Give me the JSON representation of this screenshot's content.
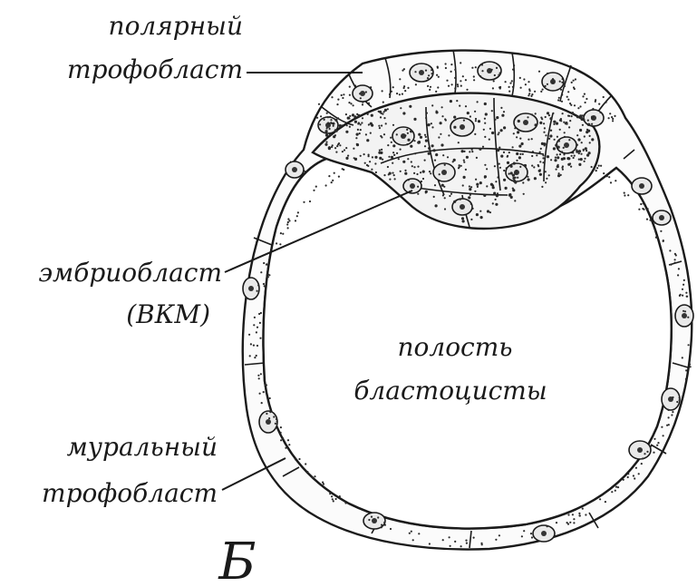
{
  "labels": {
    "polar_trophoblast_line1": "полярный",
    "polar_trophoblast_line2": "трофобласт",
    "embryoblast_line1": "эмбриобласт",
    "embryoblast_line2": "(ВКМ)",
    "cavity_line1": "полость",
    "cavity_line2": "бластоцисты",
    "mural_trophoblast_line1": "муральный",
    "mural_trophoblast_line2": "трофобласт",
    "panel_letter": "Б"
  }
}
